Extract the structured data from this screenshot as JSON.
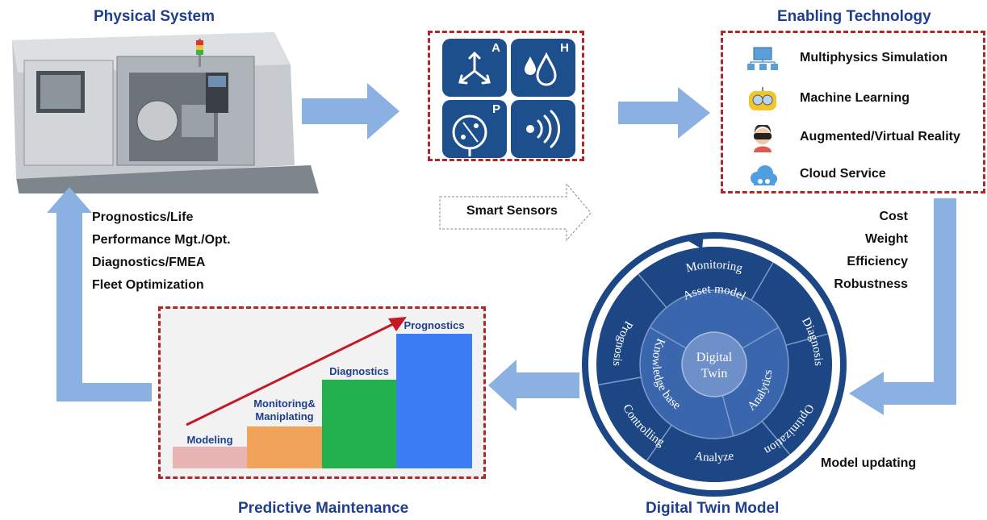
{
  "titles": {
    "physical_system": "Physical System",
    "enabling_technology": "Enabling Technology",
    "predictive_maintenance": "Predictive Maintenance",
    "digital_twin_model": "Digital Twin Model"
  },
  "sensors": {
    "label": "Smart Sensors",
    "letters": [
      "A",
      "H",
      "P"
    ]
  },
  "technologies": [
    {
      "label": "Multiphysics Simulation",
      "icon": "simulation-icon"
    },
    {
      "label": "Machine Learning",
      "icon": "robot-icon"
    },
    {
      "label": "Augmented/Virtual Reality",
      "icon": "vr-headset-icon"
    },
    {
      "label": "Cloud Service",
      "icon": "cloud-icon"
    }
  ],
  "factors": [
    "Cost",
    "Weight",
    "Efficiency",
    "Robustness"
  ],
  "outcomes": [
    "Prognostics/Life",
    "Performance Mgt./Opt.",
    "Diagnostics/FMEA",
    "Fleet Optimization"
  ],
  "maintenance_stages": [
    "Modeling",
    "Monitoring& Maniplating",
    "Diagnostics",
    "Prognostics"
  ],
  "twin": {
    "center": [
      "Digital",
      "Twin"
    ],
    "inner": [
      "Asset model",
      "Analytics",
      "Knowledge base"
    ],
    "outer": [
      "Monitoring",
      "Diagnosis",
      "Optimization",
      "Analyze",
      "Controlling",
      "Prognosis"
    ]
  },
  "model_updating": "Model updating",
  "colors": {
    "title": "#1f3e8c",
    "arrow": "#8bb0e2",
    "dashed_border": "#b0272b",
    "sensor_tile": "#1d4f8c",
    "bar_modeling": "#e8b4b4",
    "bar_monitoring": "#f2a35a",
    "bar_diagnostics": "#22b14c",
    "bar_prognostics": "#3c7df5",
    "twin_outer": "#1d4784",
    "twin_inner": "#3966ad"
  }
}
